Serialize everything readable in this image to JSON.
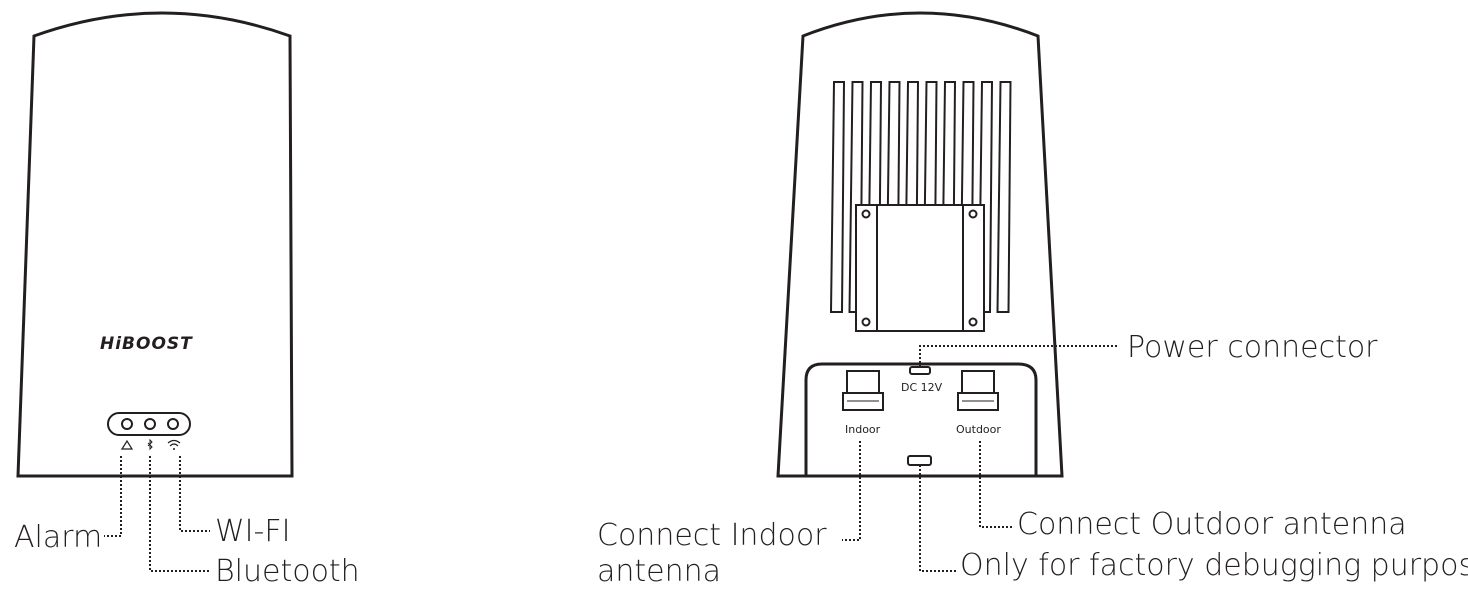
{
  "front": {
    "logo": "HiBOOST",
    "labels": {
      "alarm": "Alarm",
      "wifi": "WI-FI",
      "bluetooth": "Bluetooth"
    }
  },
  "back": {
    "port_labels": {
      "dc": "DC 12V",
      "indoor": "Indoor",
      "outdoor": "Outdoor"
    },
    "callouts": {
      "power": "Power connector",
      "indoor_line1": "Connect Indoor",
      "indoor_line2": "antenna",
      "outdoor": "Connect Outdoor antenna",
      "debug": "Only for factory debugging purpose"
    }
  },
  "icons": [
    "warning-icon",
    "bluetooth-icon",
    "wifi-icon"
  ]
}
